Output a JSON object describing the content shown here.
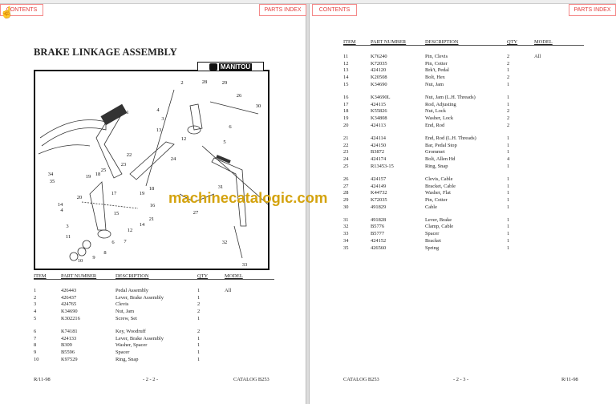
{
  "nav": {
    "contents_label": "CONTENTS",
    "parts_index_label": "PARTS INDEX"
  },
  "left_page": {
    "title": "BRAKE LINKAGE ASSEMBLY",
    "logo_text": "MANITOU",
    "diagram": {
      "callouts": [
        "1",
        "2",
        "28",
        "29",
        "26",
        "30",
        "4",
        "3",
        "6",
        "12",
        "5",
        "13",
        "22",
        "24",
        "23",
        "25",
        "31",
        "34",
        "35",
        "19",
        "18",
        "18",
        "19",
        "20",
        "17",
        "16",
        "14",
        "15",
        "21",
        "27",
        "4",
        "3",
        "14",
        "11",
        "12",
        "6",
        "7",
        "32",
        "8",
        "9",
        "10",
        "33"
      ]
    },
    "columns": [
      "ITEM",
      "PART NUMBER",
      "DESCRIPTION",
      "QTY",
      "MODEL"
    ],
    "groups": [
      [
        [
          "1",
          "426443",
          "Pedal Assembly",
          "1",
          "All"
        ],
        [
          "2",
          "426437",
          "Lever, Brake Assembly",
          "1",
          ""
        ],
        [
          "3",
          "424765",
          "Clevis",
          "2",
          ""
        ],
        [
          "4",
          "K34690",
          "Nut, Jam",
          "2",
          ""
        ],
        [
          "5",
          "K302216",
          "Screw, Set",
          "1",
          ""
        ]
      ],
      [
        [
          "6",
          "K74181",
          "Key, Woodruff",
          "2",
          ""
        ],
        [
          "7",
          "424133",
          "Lever, Brake Assembly",
          "1",
          ""
        ],
        [
          "8",
          "B309",
          "Washer, Spacer",
          "1",
          ""
        ],
        [
          "9",
          "B5596",
          "Spacer",
          "1",
          ""
        ],
        [
          "10",
          "K97529",
          "Ring, Snap",
          "1",
          ""
        ]
      ]
    ],
    "footer": {
      "left": "R/11-98",
      "center": "- 2 - 2 -",
      "right": "CATALOG B253"
    }
  },
  "right_page": {
    "columns": [
      "ITEM",
      "PART NUMBER",
      "DESCRIPTION",
      "QTY",
      "MODEL"
    ],
    "groups": [
      [
        [
          "11",
          "K76240",
          "Pin, Clevis",
          "2",
          "All"
        ],
        [
          "12",
          "K72035",
          "Pin, Cotter",
          "2",
          ""
        ],
        [
          "13",
          "424120",
          "Brk't, Pedal",
          "1",
          ""
        ],
        [
          "14",
          "K20508",
          "Bolt, Hex",
          "2",
          ""
        ],
        [
          "15",
          "K34690",
          "Nut, Jam",
          "1",
          ""
        ]
      ],
      [
        [
          "16",
          "K34690L",
          "Nut, Jam (L.H. Threads)",
          "1",
          ""
        ],
        [
          "17",
          "424115",
          "Rod, Adjusting",
          "1",
          ""
        ],
        [
          "18",
          "K55826",
          "Nut, Lock",
          "2",
          ""
        ],
        [
          "19",
          "K34808",
          "Washer, Lock",
          "2",
          ""
        ],
        [
          "20",
          "424113",
          "End, Rod",
          "2",
          ""
        ]
      ],
      [
        [
          "21",
          "424114",
          "End, Rod (L.H. Threads)",
          "1",
          ""
        ],
        [
          "22",
          "424150",
          "Bar, Pedal Stop",
          "1",
          ""
        ],
        [
          "23",
          "B3872",
          "Grommet",
          "1",
          ""
        ],
        [
          "24",
          "424174",
          "Bolt, Allen Hd",
          "4",
          ""
        ],
        [
          "25",
          "R13453-15",
          "Ring, Snap",
          "1",
          ""
        ]
      ],
      [
        [
          "26",
          "424157",
          "Clevis, Cable",
          "1",
          ""
        ],
        [
          "27",
          "424149",
          "Bracket, Cable",
          "1",
          ""
        ],
        [
          "28",
          "K44732",
          "Washer, Flat",
          "1",
          ""
        ],
        [
          "29",
          "K72035",
          "Pin, Cotter",
          "1",
          ""
        ],
        [
          "30",
          "491829",
          "Cable",
          "1",
          ""
        ]
      ],
      [
        [
          "31",
          "491828",
          "Lever, Brake",
          "1",
          ""
        ],
        [
          "32",
          "B5776",
          "Clamp, Cable",
          "1",
          ""
        ],
        [
          "33",
          "B5777",
          "Spacer",
          "1",
          ""
        ],
        [
          "34",
          "424152",
          "Bracket",
          "1",
          ""
        ],
        [
          "35",
          "426560",
          "Spring",
          "1",
          ""
        ]
      ]
    ],
    "footer": {
      "left": "CATALOG B253",
      "center": "- 2 - 3 -",
      "right": "R/11-98"
    }
  },
  "watermark": {
    "text": "machinecatalogic.com",
    "color": "#d4a30f"
  },
  "colors": {
    "nav_border": "#f48a8a",
    "nav_text": "#e23c3c"
  }
}
